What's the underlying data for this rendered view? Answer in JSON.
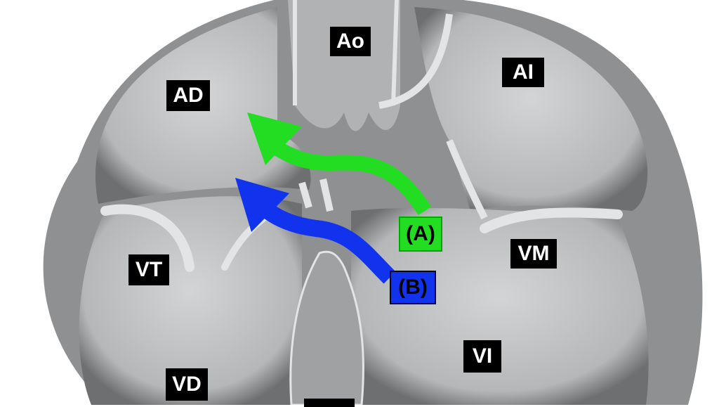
{
  "labels": {
    "ao": "Ao",
    "ai": "AI",
    "ad": "AD",
    "a": "(A)",
    "vm": "VM",
    "vt": "VT",
    "b": "(B)",
    "vi": "VI",
    "vd": "VD"
  },
  "colors": {
    "arrow_a": "#22dd22",
    "arrow_b": "#1133ee",
    "tissue": "#9a9c9d",
    "chamber": "#c4c6c7"
  }
}
